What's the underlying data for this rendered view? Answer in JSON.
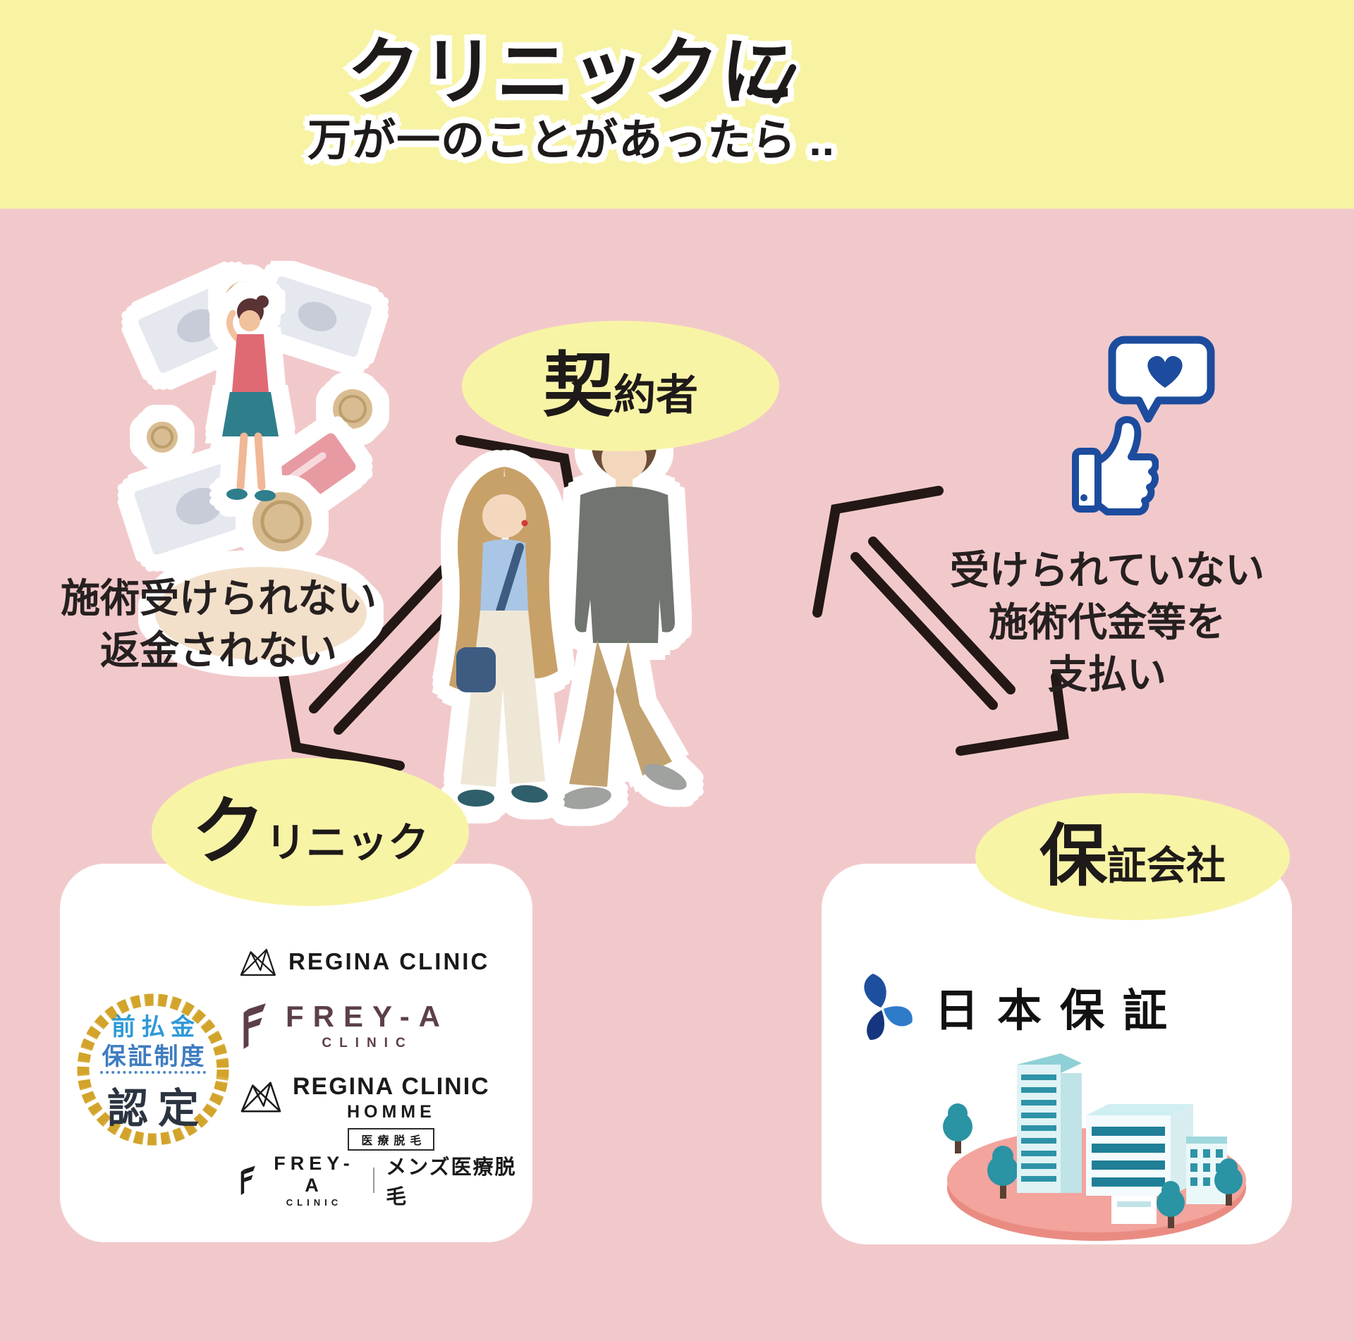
{
  "header": {
    "title": "クリニックに",
    "subtitle": "万が一のことがあったら ..",
    "accent_icon": "emphasis-dashes-icon"
  },
  "nodes": {
    "contractor": {
      "big": "契",
      "small": "約者"
    },
    "clinic": {
      "big": "ク",
      "small": "リニック"
    },
    "guarantor": {
      "big": "保",
      "small": "証会社"
    }
  },
  "annotations": {
    "clinic_side": {
      "line1": "施術受けられない",
      "line2": "返金されない"
    },
    "guarantor_side": {
      "line1": "受けられていない",
      "line2": "施術代金等を",
      "line3": "支払い"
    }
  },
  "clinic_box": {
    "certification_badge": {
      "line1": "前払金",
      "line2": "保証制度",
      "line3": "認定"
    },
    "logos": {
      "regina": {
        "name": "REGINA CLINIC"
      },
      "freya": {
        "name": "FREY-A",
        "sub": "CLINIC"
      },
      "regina_homme": {
        "name": "REGINA CLINIC",
        "sub": "HOMME",
        "tag": "医療脱毛"
      },
      "freya_mens": {
        "name": "FREY-A",
        "sub": "CLINIC",
        "suffix": "メンズ医療脱毛"
      }
    }
  },
  "guarantor_box": {
    "company": "日本保証"
  },
  "icons": {
    "heart_bubble": "heart-speech-bubble-icon",
    "thumbs_up": "thumbs-up-icon",
    "money": "scattered-money-illustration",
    "couple": "walking-couple-illustration",
    "buildings": "office-buildings-illustration",
    "wreath": "laurel-wreath-icon",
    "regina_mark": "regina-crown-icon",
    "freya_mark": "freya-f-icon",
    "nihon_mark": "nihon-hosho-pinwheel-icon"
  },
  "colors": {
    "header_bg": "#F7F3A2",
    "body_bg": "#F2C9CB",
    "node_bg": "#F8F4A6",
    "ink": "#1E1A19",
    "icon_blue": "#1D4C9E",
    "badge_gold": "#D2A42C",
    "badge_blue_light": "#2F9AD6",
    "badge_blue": "#3E7CC0",
    "freya_plum": "#5C3F49",
    "nihon_navy": "#15357E",
    "nihon_blue": "#1E4F9F",
    "nihon_sky": "#2E7BC9",
    "building_teal": "#2E93A8",
    "base_pink": "#F2A49D"
  }
}
